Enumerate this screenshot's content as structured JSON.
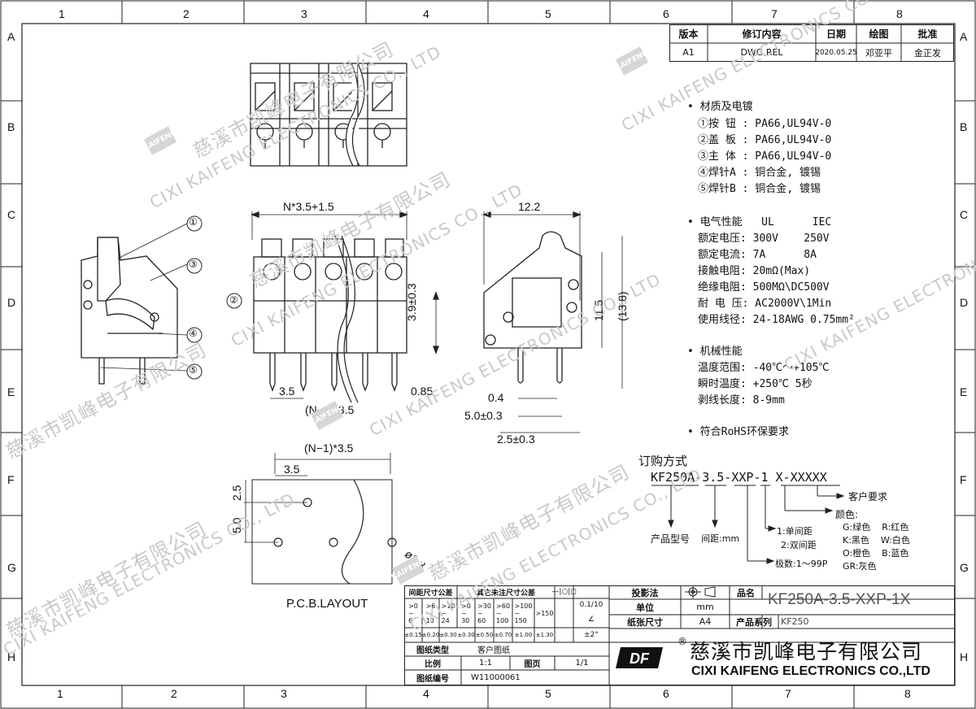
{
  "frame": {
    "cols": [
      "1",
      "2",
      "3",
      "4",
      "5",
      "6",
      "7",
      "8"
    ],
    "rows": [
      "A",
      "B",
      "C",
      "D",
      "E",
      "F",
      "G",
      "H"
    ]
  },
  "revision": {
    "headers": [
      "版本",
      "修订内容",
      "日期",
      "绘图",
      "批准"
    ],
    "row": [
      "A1",
      "DWG.REL",
      "2020.05.25",
      "邓亚平",
      "金正发"
    ]
  },
  "specs": {
    "material_title": "• 材质及电镀",
    "materials": [
      "①按 钮 : PA66,UL94V-0",
      "②盖 板 : PA66,UL94V-0",
      "③主 体 : PA66,UL94V-0",
      "④焊针A : 铜合金, 镀锡",
      "⑤焊针B : 铜合金, 镀锡"
    ],
    "electrical_title": "• 电气性能   UL      IEC",
    "electrical": [
      "额定电压: 300V    250V",
      "额定电流: 7A      8A",
      "接触电阻: 20mΩ(Max)",
      "绝缘电阻: 500MΩ\\DC500V",
      "耐 电 压: AC2000V\\1Min",
      "使用线径: 24-18AWG 0.75mm²"
    ],
    "mechanical_title": "• 机械性能",
    "mechanical": [
      "温度范围: -40℃～+105℃",
      "瞬时温度: +250℃ 5秒",
      "剥线长度: 8-9mm"
    ],
    "rohs": "• 符合RoHS环保要求"
  },
  "order": {
    "title": "订购方式",
    "code": "KF250A-3.5-XXP-1 X-XXXXX",
    "customer_req": "客户要求",
    "color_title": "颜色:",
    "colors": [
      "G:绿色    R:红色",
      "K:黑色    W:白色",
      "O:橙色    B:蓝色",
      "GR:灰色"
    ],
    "product_type": "产品型号",
    "pitch": "间距:mm",
    "spacing": [
      "1:单间距",
      "2:双间距"
    ],
    "poles": "极数:1～99P"
  },
  "dims": {
    "front_top": "N*3.5+1.5",
    "pitch": "3.5",
    "end": "0.85",
    "pin_span": "(N−1)*3.5",
    "height_39": "3.9±0.3",
    "side_top": "12.2",
    "side_115": "11.5",
    "side_138": "(13.8)",
    "side_04": "0.4",
    "side_50": "5.0±0.3",
    "side_25": "2.5±0.3",
    "pcb_span": "(N−1)*3.5",
    "pcb_35": "3.5",
    "pcb_25": "2.5",
    "pcb_50": "5.0",
    "pcb_hole": "ø1.3",
    "pcb_label": "P.C.B.LAYOUT"
  },
  "callouts": [
    "①",
    "②",
    "③",
    "④",
    "⑤"
  ],
  "title_block": {
    "tol_h1": "间距尺寸公差",
    "tol_h2": "其它未注尺寸公差",
    "tol_ranges": [
      ">0\n~\n6",
      ">6\n~\n10",
      ">10\n~\n24",
      ">0\n~\n30",
      ">30\n~\n60",
      ">60\n~\n100",
      ">100\n~\n150",
      ">150"
    ],
    "tol_values": [
      "±0.15",
      "±0.20",
      "±0.30",
      "±0.30",
      "±0.50",
      "±0.70",
      "±1.00",
      "±1.30"
    ],
    "tol_angle1": "0.1/10",
    "tol_angle2": "∠",
    "tol_angle3": "±2°",
    "tol_sym": "—|○|◻",
    "proj_label": "投影法",
    "unit_label": "单位",
    "unit_value": "mm",
    "paper_label": "纸张尺寸",
    "paper_value": "A4",
    "series_label": "产品系列",
    "series_value": "KF250",
    "name_label": "品名",
    "name_value": "KF250A-3.5-XXP-1X",
    "drawing_type_label": "图纸类型",
    "drawing_type_value": "客户图纸",
    "scale_label": "比例",
    "scale_value": "1:1",
    "sheet_label": "图页",
    "sheet_value": "1/1",
    "number_label": "图纸编号",
    "number_value": "W11000061",
    "company_cn": "慈溪市凯峰电子有限公司",
    "company_en": "CIXI KAIFENG ELECTRONICS CO.,LTD",
    "logo_text": "DF"
  },
  "watermarks": {
    "cn": "慈溪市凯峰电子有限公司",
    "en": "CIXI KAIFENG ELECTRONICS CO., LTD",
    "logo": "KAIFENG"
  }
}
